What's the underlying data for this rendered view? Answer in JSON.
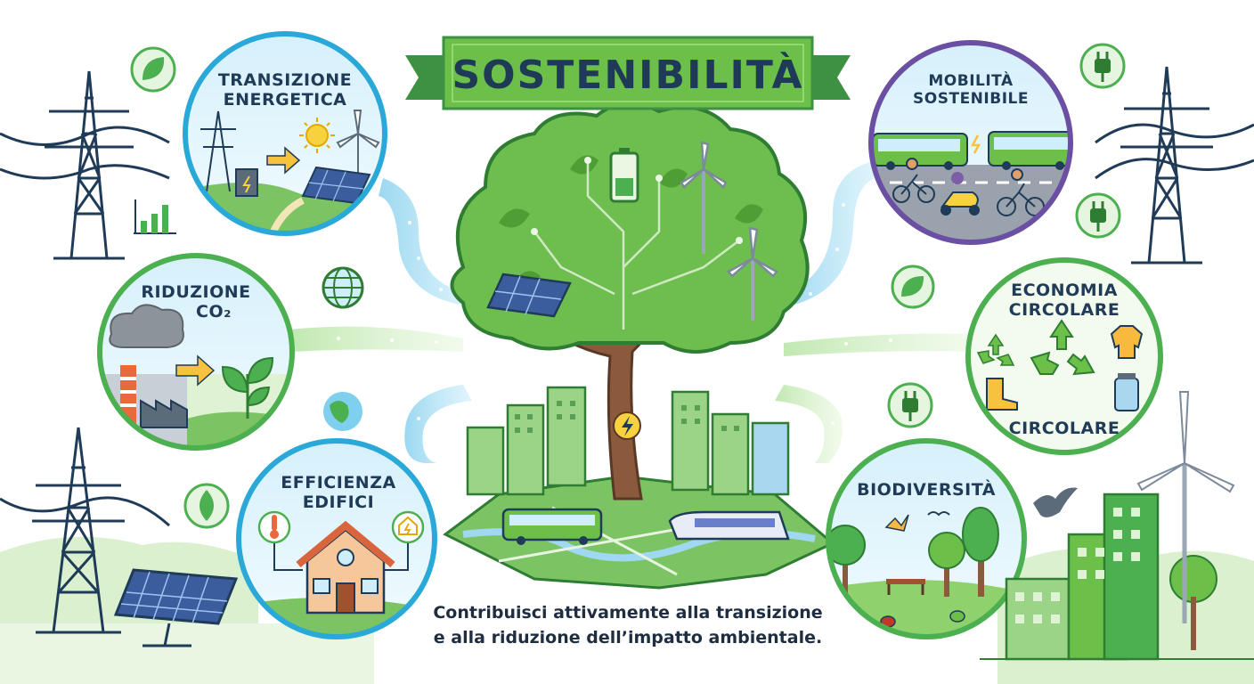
{
  "title": "SOSTENIBILITÀ",
  "tagline": {
    "line1": "Contribuisci attivamente alla transizione",
    "line2": "e alla riduzione dell’impatto ambientale."
  },
  "themes": {
    "energy": {
      "line1": "TRANSIZIONE",
      "line2": "ENERGETICA"
    },
    "co2": {
      "line1": "RIDUZIONE",
      "line2": "CO₂"
    },
    "buildings": {
      "line1": "EFFICIENZA",
      "line2": "EDIFICI"
    },
    "mobility": {
      "line1": "MOBILITÀ",
      "line2": "SOSTENIBILE"
    },
    "circular": {
      "line1": "ECONOMIA",
      "line2": "CIRCOLARE",
      "line3": "CIRCOLARE"
    },
    "biodiversity": {
      "line1": "BIODIVERSITÀ"
    }
  },
  "colors": {
    "green": "#4caf50",
    "dark_green": "#2e7d32",
    "blue_ring": "#2aa9d8",
    "purple_ring": "#6a4fa3",
    "banner": "#5cb85c",
    "navy_text": "#1e3a56"
  },
  "icons": [
    "leaf-icon",
    "globe-icon",
    "plug-icon",
    "bar-chart-icon",
    "recycle-icon",
    "battery-icon",
    "lightning-icon",
    "sun-icon",
    "wind-turbine-icon",
    "solar-panel-icon",
    "pylon-icon",
    "bird-icon"
  ]
}
